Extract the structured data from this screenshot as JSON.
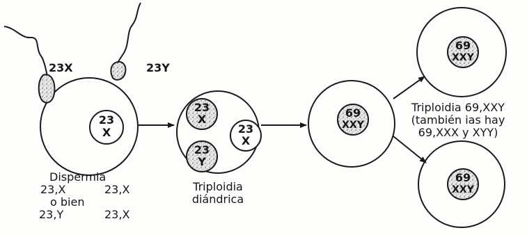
{
  "sperm": {
    "left_label": "23X",
    "right_label": "23Y"
  },
  "egg": {
    "nucleus_top": "23",
    "nucleus_bottom": "X"
  },
  "dispermia": {
    "title": "Dispermia",
    "row1_left": "23,X",
    "row1_right": "23,X",
    "or": "o bien",
    "row2_left": "23,Y",
    "row2_right": "23,X"
  },
  "zygote": {
    "pron1_top": "23",
    "pron1_bottom": "X",
    "pron2_top": "23",
    "pron2_bottom": "Y",
    "pron3_top": "23",
    "pron3_bottom": "X",
    "label_line1": "Triploidia",
    "label_line2": "diándrica"
  },
  "triploid": {
    "nucleus_top": "69",
    "nucleus_bottom": "XXY"
  },
  "daughters": {
    "label_line1": "Triploidia 69,XXY",
    "label_line2": "(también ias hay",
    "label_line3": "69,XXX y XYY)",
    "top_nucleus_top": "69",
    "top_nucleus_bottom": "XXY",
    "bottom_nucleus_top": "69",
    "bottom_nucleus_bottom": "XXY"
  }
}
